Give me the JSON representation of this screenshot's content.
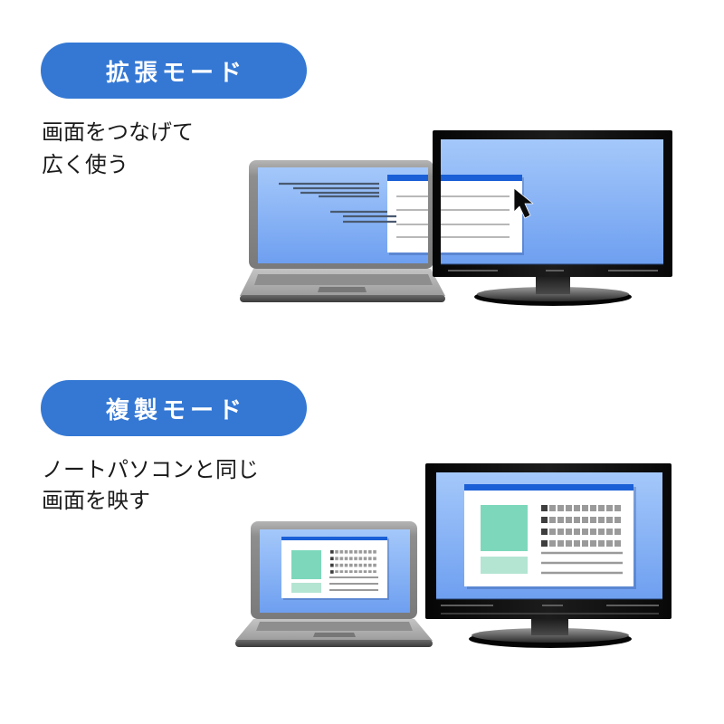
{
  "sections": [
    {
      "mode_label": "拡張モード",
      "description_lines": [
        "画面をつなげて",
        "広く使う"
      ],
      "illustration": {
        "type": "extended-display",
        "devices": [
          "laptop",
          "external-monitor"
        ],
        "window_spans_both_screens": true,
        "pointer": "mouse-cursor-icon"
      }
    },
    {
      "mode_label": "複製モード",
      "description_lines": [
        "ノートパソコンと同じ",
        "画面を映す"
      ],
      "illustration": {
        "type": "mirrored-display",
        "devices": [
          "laptop",
          "external-monitor"
        ],
        "window_content": {
          "thumbnail_blocks": 2,
          "grid_rows": 4,
          "grid_cols": 10,
          "text_lines": 3
        }
      }
    }
  ],
  "colors": {
    "accent": "#3478d4",
    "window_title_bar": "#1a5fd6",
    "screen_top": "#a4c8fa",
    "screen_bottom": "#6e9ff0",
    "thumbnail_green": "#7dd8bb",
    "thumbnail_green_light": "#b4e5d3",
    "text": "#1a1a1a"
  }
}
